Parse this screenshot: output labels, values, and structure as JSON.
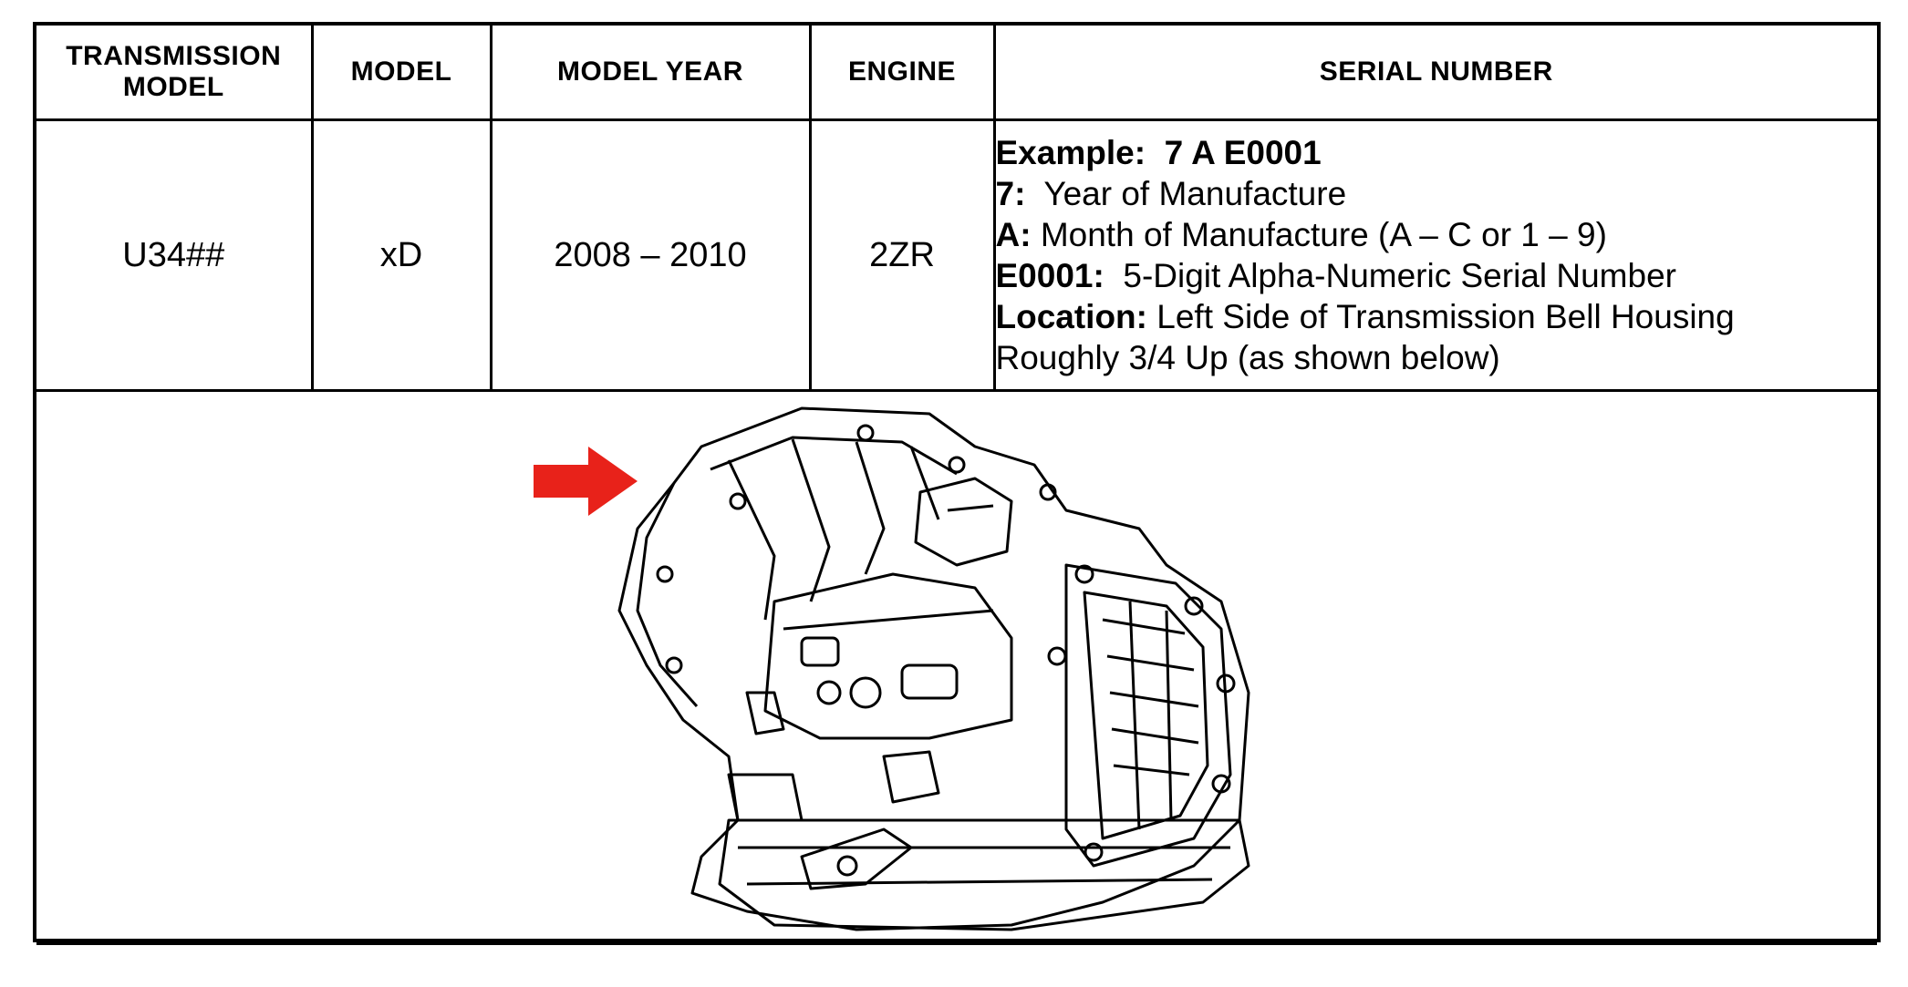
{
  "headers": {
    "transmission_model": "TRANSMISSION MODEL",
    "model": "MODEL",
    "model_year": "MODEL YEAR",
    "engine": "ENGINE",
    "serial_number": "SERIAL NUMBER"
  },
  "row": {
    "transmission_model": "U34##",
    "model": "xD",
    "model_year": "2008 – 2010",
    "engine": "2ZR"
  },
  "serial": {
    "example_label": "Example:",
    "example_value": "7 A E0001",
    "year_label": "7:",
    "year_text": "Year of Manufacture",
    "month_label": "A:",
    "month_text": "Month of Manufacture (A – C or 1 – 9)",
    "serial_label": "E0001:",
    "serial_text": "5-Digit Alpha-Numeric Serial Number",
    "location_label": "Location:",
    "location_text": "Left Side of Transmission Bell Housing",
    "location_text2": "Roughly 3/4 Up (as shown below)"
  },
  "colors": {
    "arrow": "#e8221a",
    "lines": "#000000"
  },
  "image": {
    "subject": "transmission-illustration",
    "pointer": "arrow-icon"
  }
}
